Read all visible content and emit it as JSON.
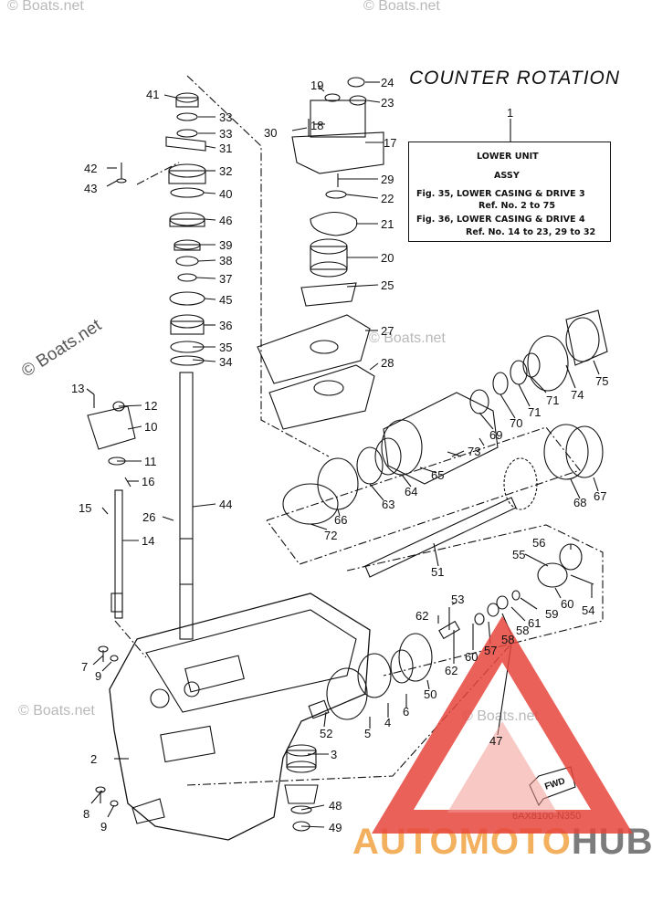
{
  "title": "COUNTER ROTATION",
  "info_box": {
    "ref_number": "1",
    "line1": "LOWER UNIT",
    "line2": "ASSY",
    "line3": "Fig. 35, LOWER CASING & DRIVE 3",
    "line4": "Ref. No. 2 to 75",
    "line5": "Fig. 36, LOWER CASING & DRIVE 4",
    "line6": "Ref. No. 14 to 23, 29 to 32"
  },
  "watermark": {
    "text": "© Boats.net"
  },
  "drawing_code": "6AX8100-N350",
  "brand": {
    "part1": "AUTOMOTO",
    "part2": "HUB"
  },
  "fwd_label": "FWD",
  "colors": {
    "line": "#111111",
    "logo_red": "#e6453c",
    "logo_red_light": "#f29a93",
    "brand_orange": "#f3b15f",
    "brand_gray": "#7c7c7c"
  },
  "part_numbers": [
    "2",
    "3",
    "4",
    "5",
    "6",
    "7",
    "8",
    "9",
    "10",
    "11",
    "12",
    "13",
    "14",
    "15",
    "16",
    "17",
    "18",
    "19",
    "20",
    "21",
    "22",
    "23",
    "24",
    "25",
    "26",
    "27",
    "28",
    "29",
    "30",
    "31",
    "32",
    "33",
    "34",
    "35",
    "36",
    "37",
    "38",
    "39",
    "40",
    "41",
    "42",
    "43",
    "44",
    "45",
    "46",
    "47",
    "48",
    "49",
    "50",
    "51",
    "52",
    "53",
    "54",
    "55",
    "56",
    "57",
    "58",
    "59",
    "60",
    "61",
    "62",
    "63",
    "64",
    "65",
    "66",
    "67",
    "68",
    "69",
    "70",
    "71",
    "72",
    "73",
    "74",
    "75"
  ]
}
